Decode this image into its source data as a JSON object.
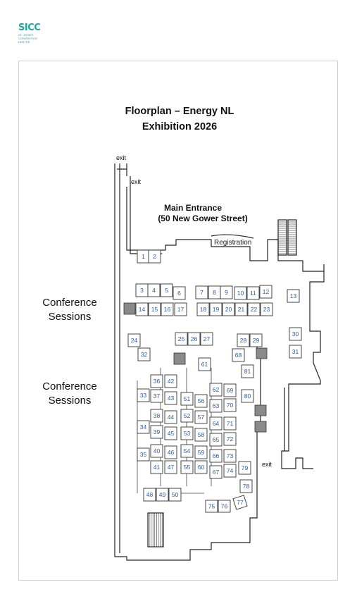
{
  "logo": {
    "mark": "SICC",
    "subtitle": "ST. JOHN'S CONVENTION CENTRE"
  },
  "title": {
    "line1": "Floorplan – Energy NL",
    "line2": "Exhibition 2026"
  },
  "labels": {
    "exit": "exit",
    "main_entrance_1": "Main Entrance",
    "main_entrance_2": "(50 New Gower Street)",
    "registration": "Registration",
    "conference_1": "Conference Sessions",
    "conference_2": "Conference Sessions"
  },
  "booths": [
    "1",
    "2",
    "3",
    "4",
    "5",
    "6",
    "7",
    "8",
    "9",
    "10",
    "11",
    "12",
    "13",
    "14",
    "15",
    "16",
    "17",
    "18",
    "19",
    "20",
    "21",
    "22",
    "23",
    "24",
    "25",
    "26",
    "27",
    "28",
    "29",
    "30",
    "31",
    "32",
    "33",
    "34",
    "35",
    "36",
    "37",
    "38",
    "39",
    "40",
    "41",
    "42",
    "43",
    "44",
    "45",
    "46",
    "47",
    "48",
    "49",
    "50",
    "51",
    "52",
    "53",
    "54",
    "55",
    "56",
    "57",
    "58",
    "59",
    "60",
    "61",
    "62",
    "63",
    "64",
    "65",
    "66",
    "67",
    "68",
    "69",
    "70",
    "71",
    "72",
    "73",
    "74",
    "75",
    "76",
    "77",
    "78",
    "79",
    "80",
    "81"
  ],
  "colors": {
    "booth_text": "#2b5aa8",
    "booth_fill": "#ffffff",
    "booth_stroke": "#333333",
    "reserved_fill": "#8a8a8a",
    "logo": "#19a9a5"
  }
}
